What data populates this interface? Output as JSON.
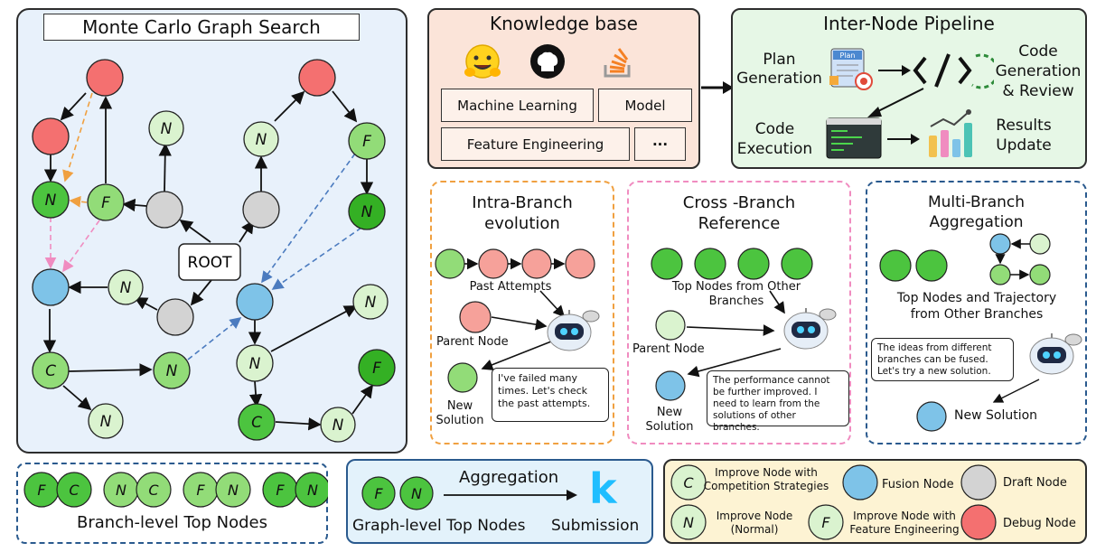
{
  "mcgs": {
    "title": "Monte Carlo Graph Search",
    "root": "ROOT",
    "n": "N",
    "f": "F",
    "c": "C"
  },
  "kb": {
    "title": "Knowledge base",
    "items": [
      "Machine Learning",
      "Model",
      "Feature Engineering",
      "···"
    ]
  },
  "pipeline": {
    "title": "Inter-Node Pipeline",
    "plan": "Plan\nGeneration",
    "plan_card": "Plan",
    "code_gen": "Code\nGeneration\n& Review",
    "code_exec": "Code\nExecution",
    "results": "Results\nUpdate"
  },
  "intra": {
    "title": "Intra-Branch\nevolution",
    "past": "Past Attempts",
    "parent": "Parent Node",
    "new": "New\nSolution",
    "bubble": "I've failed many times. Let's check the past attempts."
  },
  "cross": {
    "title": "Cross -Branch\nReference",
    "top": "Top Nodes from Other\nBranches",
    "parent": "Parent Node",
    "new": "New\nSolution",
    "bubble": "The performance cannot be further improved. I need to learn from the solutions of other branches."
  },
  "multi": {
    "title": "Multi-Branch\nAggregation",
    "top": "Top Nodes and Trajectory\nfrom Other Branches",
    "bubble": "The ideas from different branches can be fused. Let's try a new solution.",
    "new": "New Solution"
  },
  "branch_top": {
    "label": "Branch-level Top Nodes"
  },
  "aggregation": {
    "title": "Aggregation",
    "graph_top": "Graph-level Top Nodes",
    "submission": "Submission",
    "kaggle": "k"
  },
  "legend": {
    "c_label": "Improve Node with\nCompetition Strategies",
    "fusion": "Fusion Node",
    "draft": "Draft Node",
    "n_label": "Improve Node\n(Normal)",
    "f_label": "Improve Node with\nFeature Engineering",
    "debug": "Debug Node"
  },
  "colors": {
    "green_dark": "#4cc43f",
    "green_mid": "#92dc78",
    "green_light": "#daf3cf",
    "blue": "#7ec3e8",
    "red": "#f47070",
    "salmon": "#f6a19a",
    "gray": "#d3d3d3",
    "panel_blue": "#e8f1fb",
    "panel_peach": "#fbe4d9",
    "panel_green": "#e6f7e6",
    "panel_yellow": "#fdf3d3"
  }
}
